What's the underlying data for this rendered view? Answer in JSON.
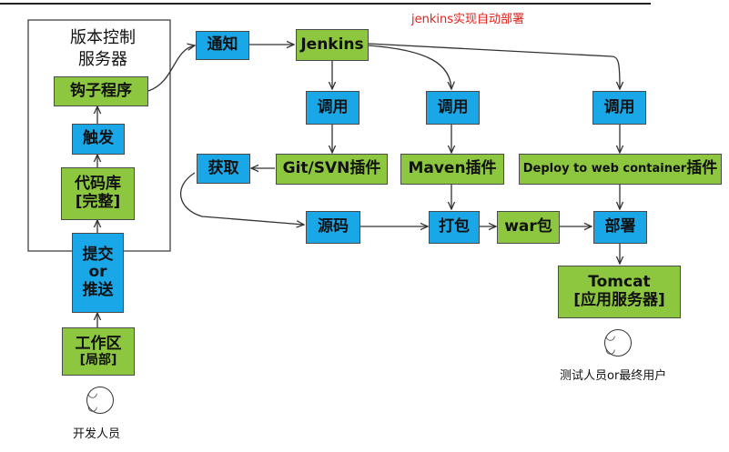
{
  "title": "jenkins实现自动部署",
  "vcs": {
    "title_line1": "版本控制",
    "title_line2": "服务器"
  },
  "nodes": {
    "hook": "钩子程序",
    "trigger": "触发",
    "repo_line1": "代码库",
    "repo_line2": "[完整]",
    "commit_line1": "提交",
    "commit_line2": "or",
    "commit_line3": "推送",
    "workspace_line1": "工作区",
    "workspace_line2": "[局部]",
    "notify": "通知",
    "jenkins": "Jenkins",
    "call_git": "调用",
    "call_maven": "调用",
    "call_deploy": "调用",
    "fetch": "获取",
    "git_plugin": "Git/SVN插件",
    "maven_plugin": "Maven插件",
    "deploy_plugin_prefix": "Deploy to web container",
    "deploy_plugin_suffix": "插件",
    "source": "源码",
    "package": "打包",
    "war": "war包",
    "deploy": "部署",
    "tomcat_line1": "Tomcat",
    "tomcat_line2": "[应用服务器]"
  },
  "people": {
    "developer_face": "◡ ◡",
    "developer": "开发人员",
    "tester_face": "◡ ◡",
    "tester": "测试人员or最终用户"
  },
  "colors": {
    "process": "#8dc63f",
    "action": "#1aa7e8",
    "title": "#e0201b"
  }
}
